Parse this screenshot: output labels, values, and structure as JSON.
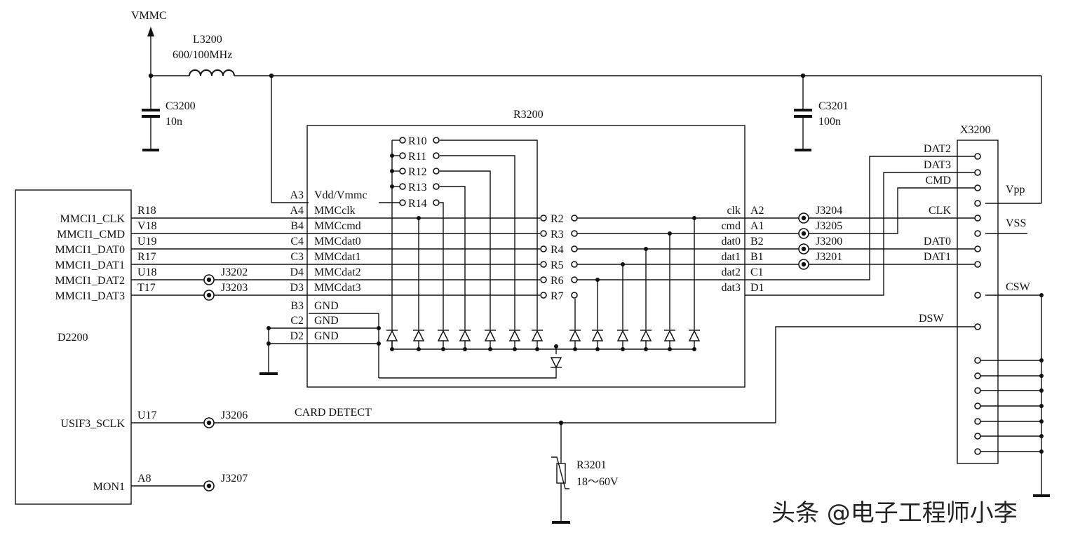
{
  "labels": {
    "vmmc": "VMMC",
    "card_detect": "CARD DETECT",
    "vpp": "Vpp",
    "vss": "VSS",
    "csw": "CSW",
    "dsw": "DSW"
  },
  "components": {
    "l3200": {
      "ref": "L3200",
      "value": "600/100MHz"
    },
    "c3200": {
      "ref": "C3200",
      "value": "10n"
    },
    "c3201": {
      "ref": "C3201",
      "value": "100n"
    },
    "r3200": {
      "ref": "R3200"
    },
    "x3200": {
      "ref": "X3200"
    },
    "d2200": {
      "ref": "D2200"
    },
    "r3201": {
      "ref": "R3201",
      "value": "18～60V"
    }
  },
  "d2200_pins": [
    {
      "name": "MMCI1_CLK",
      "ball": "R18"
    },
    {
      "name": "MMCI1_CMD",
      "ball": "V18"
    },
    {
      "name": "MMCI1_DAT0",
      "ball": "U19"
    },
    {
      "name": "MMCI1_DAT1",
      "ball": "R17"
    },
    {
      "name": "MMCI1_DAT2",
      "ball": "U18"
    },
    {
      "name": "MMCI1_DAT3",
      "ball": "T17"
    },
    {
      "name": "USIF3_SCLK",
      "ball": "U17"
    },
    {
      "name": "MON1",
      "ball": "A8"
    }
  ],
  "r3200_left_pins": [
    {
      "pin": "A3",
      "name": "Vdd/Vmmc"
    },
    {
      "pin": "A4",
      "name": "MMCclk"
    },
    {
      "pin": "B4",
      "name": "MMCcmd"
    },
    {
      "pin": "C4",
      "name": "MMCdat0"
    },
    {
      "pin": "C3",
      "name": "MMCdat1"
    },
    {
      "pin": "D4",
      "name": "MMCdat2"
    },
    {
      "pin": "D3",
      "name": "MMCdat3"
    },
    {
      "pin": "B3",
      "name": "GND"
    },
    {
      "pin": "C2",
      "name": "GND"
    },
    {
      "pin": "D2",
      "name": "GND"
    }
  ],
  "r3200_right_pins": [
    {
      "pin": "A2",
      "name": "clk"
    },
    {
      "pin": "A1",
      "name": "cmd"
    },
    {
      "pin": "B2",
      "name": "dat0"
    },
    {
      "pin": "B1",
      "name": "dat1"
    },
    {
      "pin": "C1",
      "name": "dat2"
    },
    {
      "pin": "D1",
      "name": "dat3"
    }
  ],
  "inner_resistors_left": [
    "R10",
    "R11",
    "R12",
    "R13",
    "R14"
  ],
  "inner_resistors_right": [
    "R2",
    "R3",
    "R4",
    "R5",
    "R6",
    "R7"
  ],
  "test_points": [
    "J3202",
    "J3203",
    "J3204",
    "J3205",
    "J3200",
    "J3201",
    "J3206",
    "J3207"
  ],
  "x3200_pins": [
    "DAT2",
    "DAT3",
    "CMD",
    "CLK",
    "DAT0",
    "DAT1"
  ],
  "watermark": "头条 @电子工程师小李"
}
